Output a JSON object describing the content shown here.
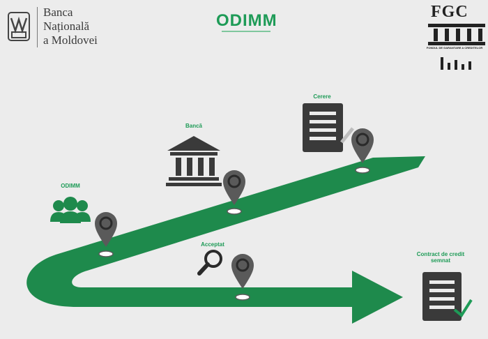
{
  "header": {
    "bnm": {
      "line1": "Banca",
      "line2": "Națională",
      "line3": "a Moldovei"
    },
    "odimm": {
      "text": "ODIMM"
    },
    "fgc": {
      "text": "FGC",
      "caption": "FONDUL DE GARANTARE A CREDITELOR"
    }
  },
  "steps": [
    {
      "label": "ODIMM",
      "icon": "group-icon"
    },
    {
      "label": "Bancă",
      "icon": "bank-icon"
    },
    {
      "label": "Cerere",
      "icon": "document-icon"
    },
    {
      "label": "Acceptat",
      "icon": "magnifier-icon"
    },
    {
      "label": "Contract de credit semnat",
      "icon": "signed-document-icon"
    }
  ],
  "colors": {
    "accent": "#1e9b57",
    "path": "#1e8a4c",
    "pin": "#5a5a5a",
    "icon": "#3a3a3a"
  }
}
